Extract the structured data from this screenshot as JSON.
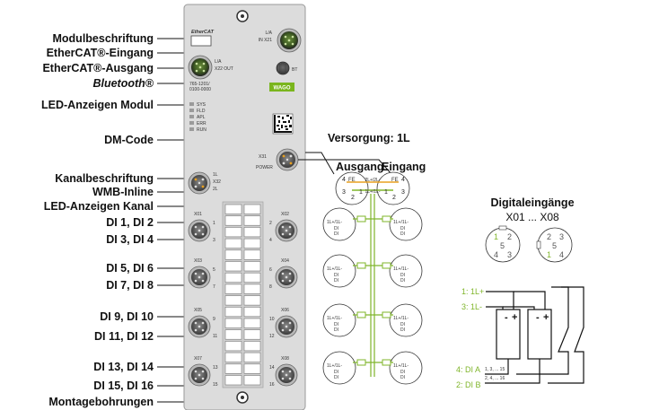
{
  "left_labels": [
    "Modulbeschriftung",
    "EtherCAT®-Eingang",
    "EtherCAT®-Ausgang",
    "Bluetooth®",
    "LED-Anzeigen Modul",
    "DM-Code",
    "Kanalbeschriftung",
    "WMB-Inline",
    "LED-Anzeigen Kanal",
    "DI 1, DI 2",
    "DI 3, DI 4",
    "DI 5, DI 6",
    "DI 7, DI 8",
    "DI 9, DI 10",
    "DI 11, DI 12",
    "DI 13, DI 14",
    "DI 15, DI 16",
    "Montagebohrungen"
  ],
  "module": {
    "brand": "EtherCAT",
    "logo": "WAGO",
    "article": "765-1201/",
    "article_sub": "0100-0000",
    "la": "L/A",
    "in_x21": "IN X21",
    "x22_out": "X22 OUT",
    "bt": "BT",
    "leds": [
      "SYS",
      "FLD",
      "APL",
      "ERR",
      "RUN"
    ],
    "x31": "X31",
    "power": "POWER",
    "x32": "X32",
    "pow_1l": "1L",
    "pow_2l": "2L",
    "ports": [
      "X01",
      "X02",
      "X03",
      "X04",
      "X05",
      "X06",
      "X07",
      "X08"
    ],
    "ch_nums": [
      "1",
      "2",
      "3",
      "4",
      "5",
      "6",
      "7",
      "8",
      "9",
      "10",
      "11",
      "12",
      "13",
      "14",
      "15",
      "16"
    ]
  },
  "supply": {
    "title": "Versorgung: 1L",
    "ausgang": "Ausgang",
    "eingang": "Eingang",
    "pin4": "4",
    "pin1": "1",
    "pin3": "3",
    "pin2": "2",
    "fe": "FE",
    "bus_top": "2L+/2L-",
    "bus_bottom": "1L+/1L-",
    "cell_line1": "1L+/1L-",
    "cell_di": "DI"
  },
  "digital": {
    "title": "Digitaleingänge",
    "subtitle": "X01 ... X08",
    "left_pins": [
      "1",
      "2",
      "5",
      "4",
      "3"
    ],
    "right_pins": [
      "2",
      "3",
      "5",
      "1",
      "4"
    ],
    "wire_1l_plus": "1: 1L+",
    "wire_1l_minus": "3: 1L-",
    "wire_dia": "4: DI A",
    "wire_dib": "2: DI B",
    "range_a": "1, 3, ... 15",
    "range_b": "2, 4, ... 16",
    "minus": "-",
    "plus": "+"
  },
  "colors": {
    "module_body": "#dcdcdc",
    "green": "#7fb52a",
    "orange": "#e8a020",
    "wago_green": "#7ab51d"
  }
}
